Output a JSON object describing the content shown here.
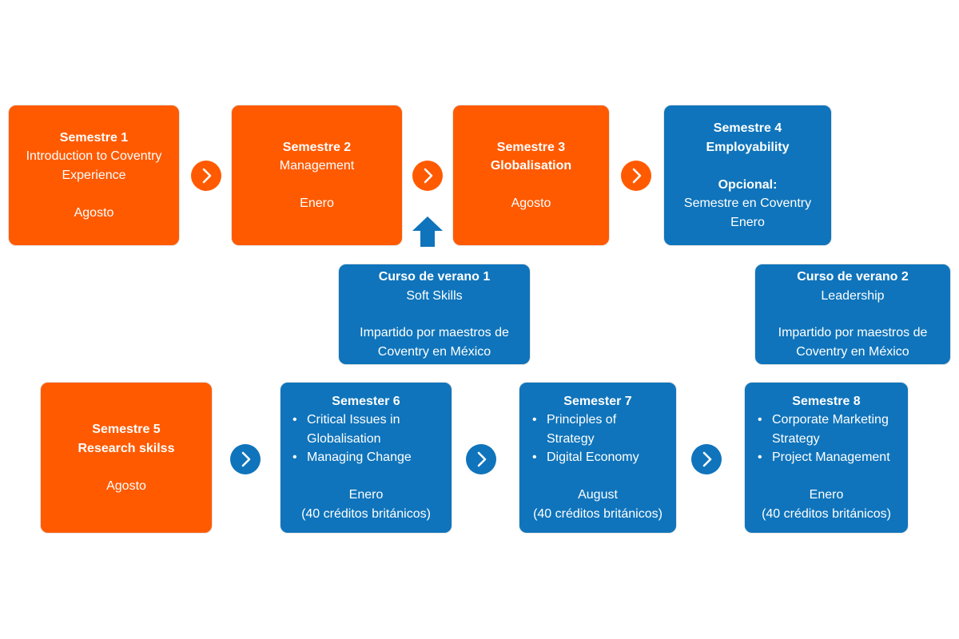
{
  "colors": {
    "orange": "#ff5a00",
    "blue": "#0f74bb"
  },
  "row1": {
    "s1": {
      "title": "Semestre 1",
      "line1": "Introduction to Coventry",
      "line2": "Experience",
      "date": "Agosto"
    },
    "s2": {
      "title": "Semestre 2",
      "line1": "Management",
      "date": "Enero"
    },
    "s3": {
      "title": "Semestre 3",
      "subtitle": "Globalisation",
      "date": "Agosto"
    },
    "s4": {
      "title": "Semestre 4",
      "subtitle": "Employability",
      "optional_label": "Opcional:",
      "optional_text": "Semestre en Coventry",
      "date": "Enero"
    }
  },
  "summer": {
    "c1": {
      "title": "Curso de verano 1",
      "topic": "Soft Skills",
      "line1": "Impartido por maestros de",
      "line2": "Coventry en México"
    },
    "c2": {
      "title": "Curso de verano 2",
      "topic": "Leadership",
      "line1": "Impartido por maestros de",
      "line2": "Coventry en México"
    }
  },
  "row2": {
    "s5": {
      "title": "Semestre 5",
      "subtitle": "Research skilss",
      "date": "Agosto"
    },
    "s6": {
      "title": "Semester 6",
      "items": [
        "Critical Issues in Globalisation",
        "Managing Change"
      ],
      "date": "Enero",
      "credits": "(40 créditos británicos)"
    },
    "s7": {
      "title": "Semester 7",
      "items": [
        "Principles of Strategy",
        "Digital Economy"
      ],
      "date": "August",
      "credits": "(40 créditos británicos)"
    },
    "s8": {
      "title": "Semestre 8",
      "items": [
        "Corporate Marketing Strategy",
        "Project Management"
      ],
      "date": "Enero",
      "credits": "(40 créditos británicos)"
    }
  },
  "icons": {
    "arrow": "chevron-right-icon",
    "up": "up-arrow-icon"
  }
}
